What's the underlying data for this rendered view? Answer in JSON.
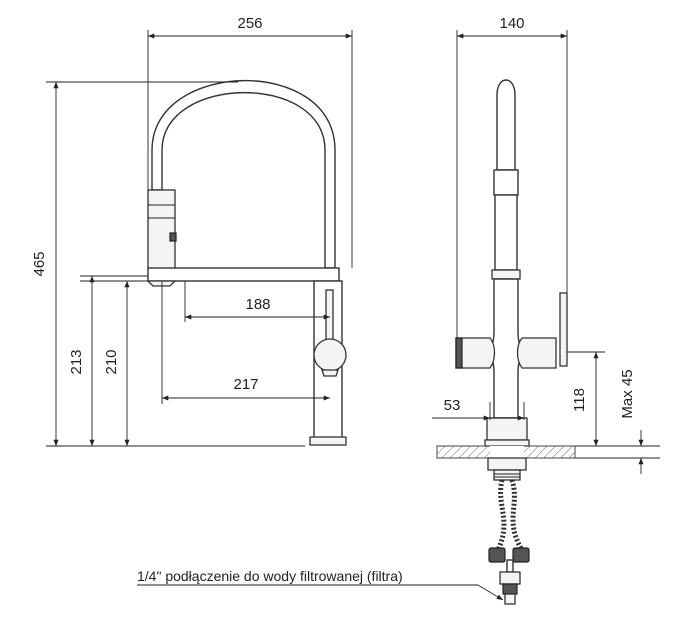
{
  "dimensions": {
    "front_width": "256",
    "front_height_total": "465",
    "spout_reach_188": "188",
    "spout_reach_217": "217",
    "spout_height_213": "213",
    "spout_height_210": "210",
    "side_width": "140",
    "base_diameter": "53",
    "handle_height": "118",
    "max_deck_thickness": "Max 45"
  },
  "note": {
    "filter_connection": "1/4\" podłączenie do wody filtrowanej (filtra)"
  },
  "colors": {
    "line": "#222222",
    "hatch": "#666666"
  }
}
